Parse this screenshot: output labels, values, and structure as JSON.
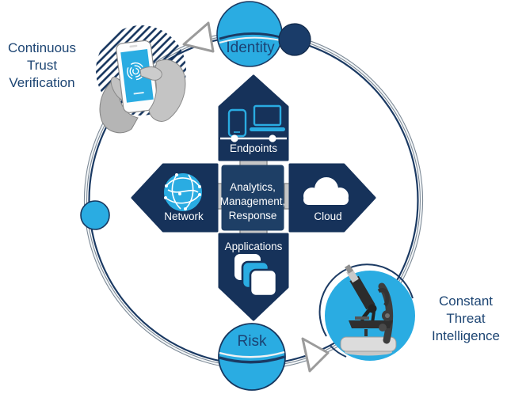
{
  "diagram": {
    "annotations": {
      "left": {
        "lines": [
          "Continuous",
          "Trust",
          "Verification"
        ]
      },
      "right": {
        "lines": [
          "Constant",
          "Threat",
          "Intelligence"
        ]
      }
    },
    "ring_nodes": {
      "top": "Identity",
      "bottom": "Risk"
    },
    "cross": {
      "top_label": "Endpoints",
      "left_label": "Network",
      "right_label": "Cloud",
      "bottom_label": "Applications",
      "center_lines": [
        "Analytics,",
        "Management,",
        "Response"
      ]
    },
    "icons": {
      "endpoints": "phone-and-laptop-icon",
      "network": "globe-network-icon",
      "cloud": "cloud-icon",
      "applications": "stacked-apps-icon",
      "left_photo": "hands-holding-phone-with-fingerprint",
      "right_photo": "microscope",
      "flow": "triangle-arrow-icon"
    },
    "colors": {
      "accent_blue": "#2aace2",
      "arm_navy": "#16325a",
      "center_navy": "#1e3f66",
      "ring_navy": "#1b3a63",
      "text_navy": "#1d4573",
      "connector_gray": "#c6c6c6",
      "white": "#ffffff"
    }
  }
}
